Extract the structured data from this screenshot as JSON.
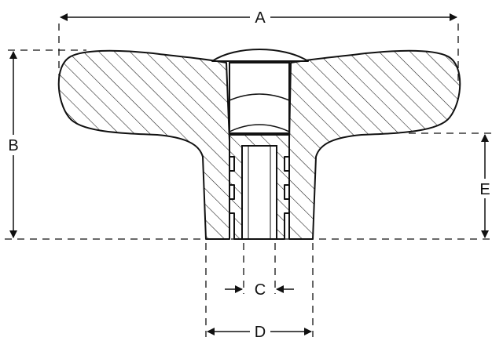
{
  "diagram": {
    "labels": {
      "a": "A",
      "b": "B",
      "c": "C",
      "d": "D",
      "e": "E"
    },
    "colors": {
      "ink": "#111111",
      "background": "#ffffff"
    }
  }
}
